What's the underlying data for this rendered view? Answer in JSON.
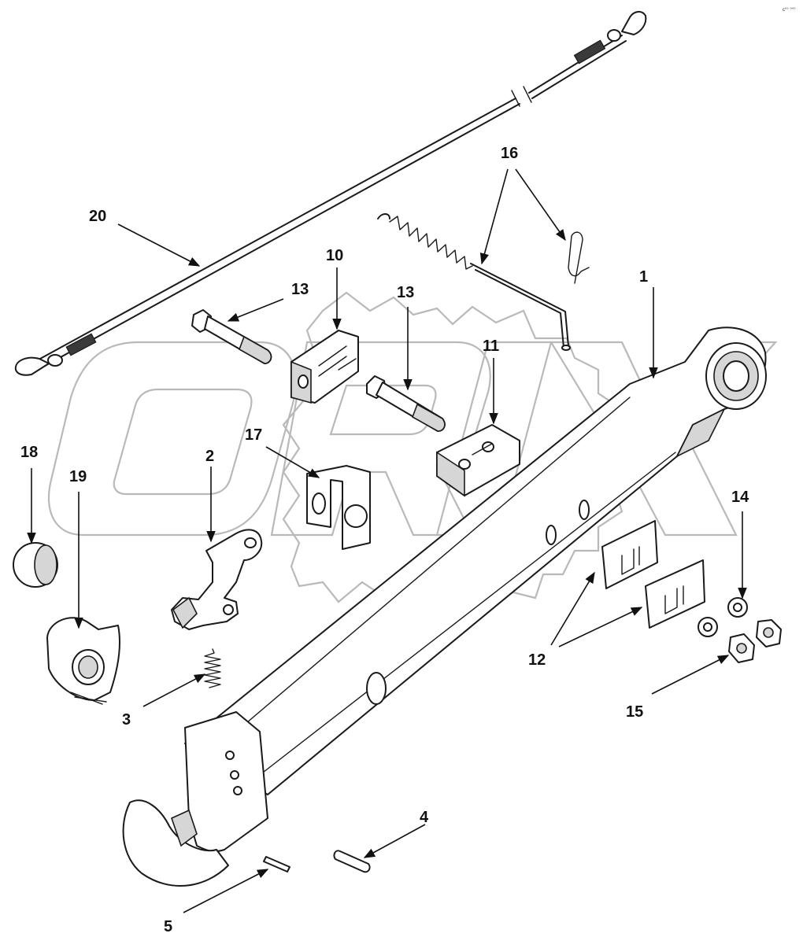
{
  "diagram": {
    "corner_mark": "c°° °°°",
    "callouts": [
      {
        "id": "c1",
        "label": "1"
      },
      {
        "id": "c2",
        "label": "2"
      },
      {
        "id": "c3",
        "label": "3"
      },
      {
        "id": "c4",
        "label": "4"
      },
      {
        "id": "c5",
        "label": "5"
      },
      {
        "id": "c10",
        "label": "10"
      },
      {
        "id": "c11",
        "label": "11"
      },
      {
        "id": "c12",
        "label": "12"
      },
      {
        "id": "c13a",
        "label": "13"
      },
      {
        "id": "c13b",
        "label": "13"
      },
      {
        "id": "c14",
        "label": "14"
      },
      {
        "id": "c15",
        "label": "15"
      },
      {
        "id": "c16",
        "label": "16"
      },
      {
        "id": "c17",
        "label": "17"
      },
      {
        "id": "c18",
        "label": "18"
      },
      {
        "id": "c19",
        "label": "19"
      },
      {
        "id": "c20",
        "label": "20"
      }
    ],
    "watermark": {
      "text": "ORIX",
      "color": "#b9b9b9"
    },
    "colors": {
      "ink": "#1a1a1a",
      "background": "#ffffff"
    }
  }
}
